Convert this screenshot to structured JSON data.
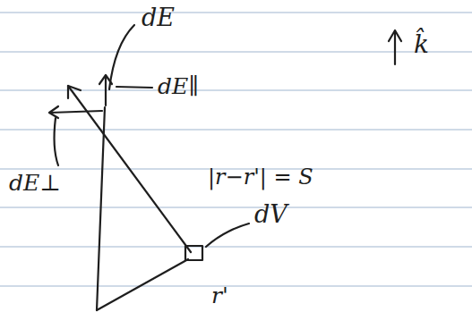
{
  "diagram": {
    "labels": [
      "dE",
      "dE∥",
      "dE⊥",
      "|r−r'| = S",
      "dV",
      "r'",
      "k̂"
    ]
  }
}
